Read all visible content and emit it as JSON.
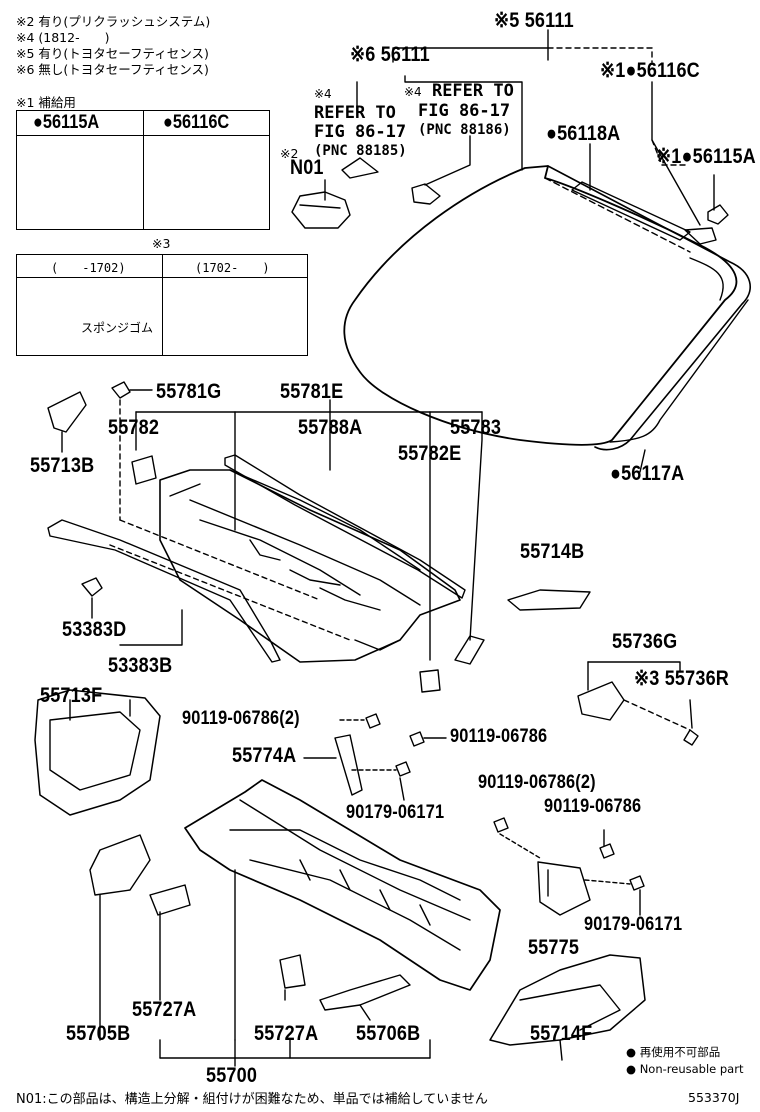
{
  "notes": [
    "※2 有り(プリクラッシュシステム)",
    "※4 (1812-　　)",
    "※5 有り(トヨタセーフティセンス)",
    "※6 無し(トヨタセーフティセンス)"
  ],
  "supply_note": "※1 補給用",
  "supply_box": {
    "left_part": "●56115A",
    "right_part": "●56116C"
  },
  "clip_box": {
    "note": "※3",
    "left_period": "(　　-1702)",
    "right_period": "(1702-　　)",
    "sponge_label": "スポンジゴム"
  },
  "refs": {
    "left": {
      "mark": "※4",
      "line1": "REFER TO",
      "line2": "FIG 86-17",
      "pnc": "(PNC 88185)"
    },
    "right": {
      "mark": "※4",
      "line1": "REFER TO",
      "line2": "FIG 86-17",
      "pnc": "(PNC 88186)"
    }
  },
  "parts": {
    "p56111_top": "※5 56111",
    "p56111_mid": "※6 56111",
    "n01": "N01",
    "n01_mark": "※2",
    "p56116c": "※1●56116C",
    "p56118a": "●56118A",
    "p56115a": "※1●56115A",
    "p56117a": "●56117A",
    "p55781g": "55781G",
    "p55781e": "55781E",
    "p55782": "55782",
    "p55788a": "55788A",
    "p55783": "55783",
    "p55782e": "55782E",
    "p55713b": "55713B",
    "p55714b": "55714B",
    "p53383d": "53383D",
    "p53383b": "53383B",
    "p55736g": "55736G",
    "p55736r": "※3 55736R",
    "p55713f": "55713F",
    "p90119_06786_2a": "90119-06786(2)",
    "p90119_06786a": "90119-06786",
    "p55774a": "55774A",
    "p90179_06171a": "90179-06171",
    "p90119_06786_2b": "90119-06786(2)",
    "p90119_06786b": "90119-06786",
    "p55775": "55775",
    "p90179_06171b": "90179-06171",
    "p55727a_left": "55727A",
    "p55705b": "55705B",
    "p55727a_right": "55727A",
    "p55706b": "55706B",
    "p55714f": "55714F",
    "p55700": "55700"
  },
  "legend": {
    "line1": "● 再使用不可部品",
    "line2": "● Non-reusable part"
  },
  "footer_note": "N01:この部品は、構造上分解・組付けが困難なため、単品では補給していません",
  "diagram_code": "553370J"
}
